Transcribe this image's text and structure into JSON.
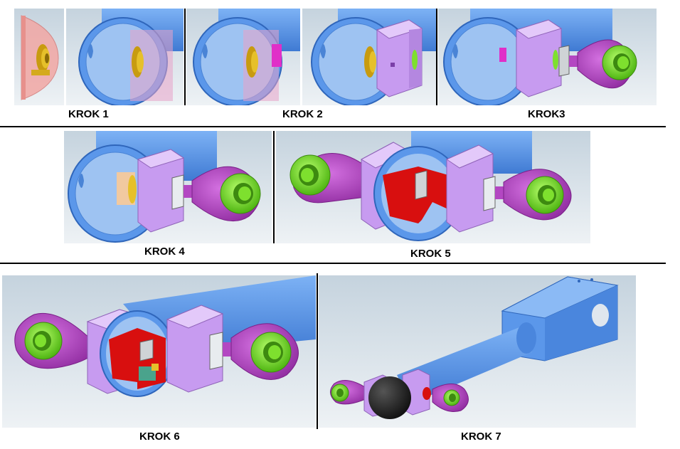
{
  "steps": {
    "step1": "KROK 1",
    "step2": "KROK 2",
    "step3": "KROK3",
    "step4": "KROK 4",
    "step5": "KROK 5",
    "step6": "KROK 6",
    "step7": "KROK 7"
  },
  "colors": {
    "tube": "#5b97ea",
    "tube_dark": "#3f7ad3",
    "block": "#c79bf0",
    "block_light": "#e3c9fa",
    "eye": "#b347c2",
    "ring": "#7ee02e",
    "bolt": "#e6c02a",
    "section": "#d80f0f",
    "cap": "#2b2b2b",
    "background": "#d6dfe6"
  },
  "icons": [
    "tube-cutaway-icon",
    "clamp-block-icon",
    "rod-eye-icon",
    "bushing-ring-icon",
    "hex-nut-icon",
    "bolt-head-icon",
    "end-cap-icon"
  ]
}
